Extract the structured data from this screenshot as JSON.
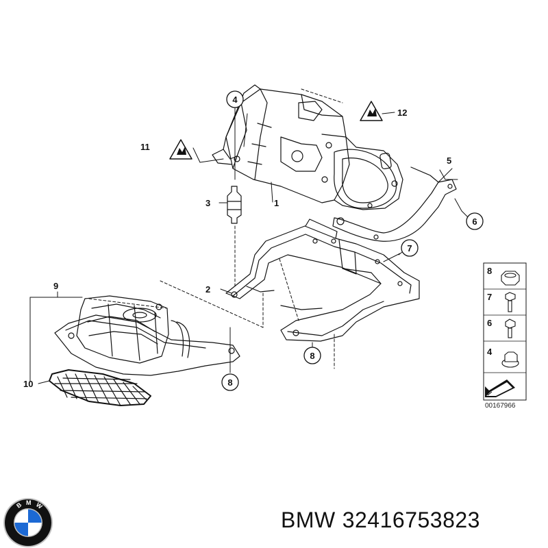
{
  "diagram": {
    "callouts": {
      "c1": "1",
      "c2": "2",
      "c3": "3",
      "c4": "4",
      "c5": "5",
      "c6": "6",
      "c7": "7",
      "c8a": "8",
      "c8b": "8",
      "c9": "9",
      "c10": "10",
      "c11": "11",
      "c12": "12"
    },
    "legend": {
      "items": [
        {
          "number": "8",
          "icon": "hex-nut-icon"
        },
        {
          "number": "7",
          "icon": "hex-bolt-icon"
        },
        {
          "number": "6",
          "icon": "torx-bolt-icon"
        },
        {
          "number": "4",
          "icon": "flange-nut-icon"
        }
      ]
    },
    "reference_number": "00167966"
  },
  "caption": {
    "brand": "BMW",
    "part_number": "32416753823"
  },
  "logo": {
    "letters": "BMW",
    "colors": {
      "blue": "#1c69d4",
      "white": "#ffffff",
      "ring": "#111111",
      "chrome": "#c0c0c0"
    }
  }
}
